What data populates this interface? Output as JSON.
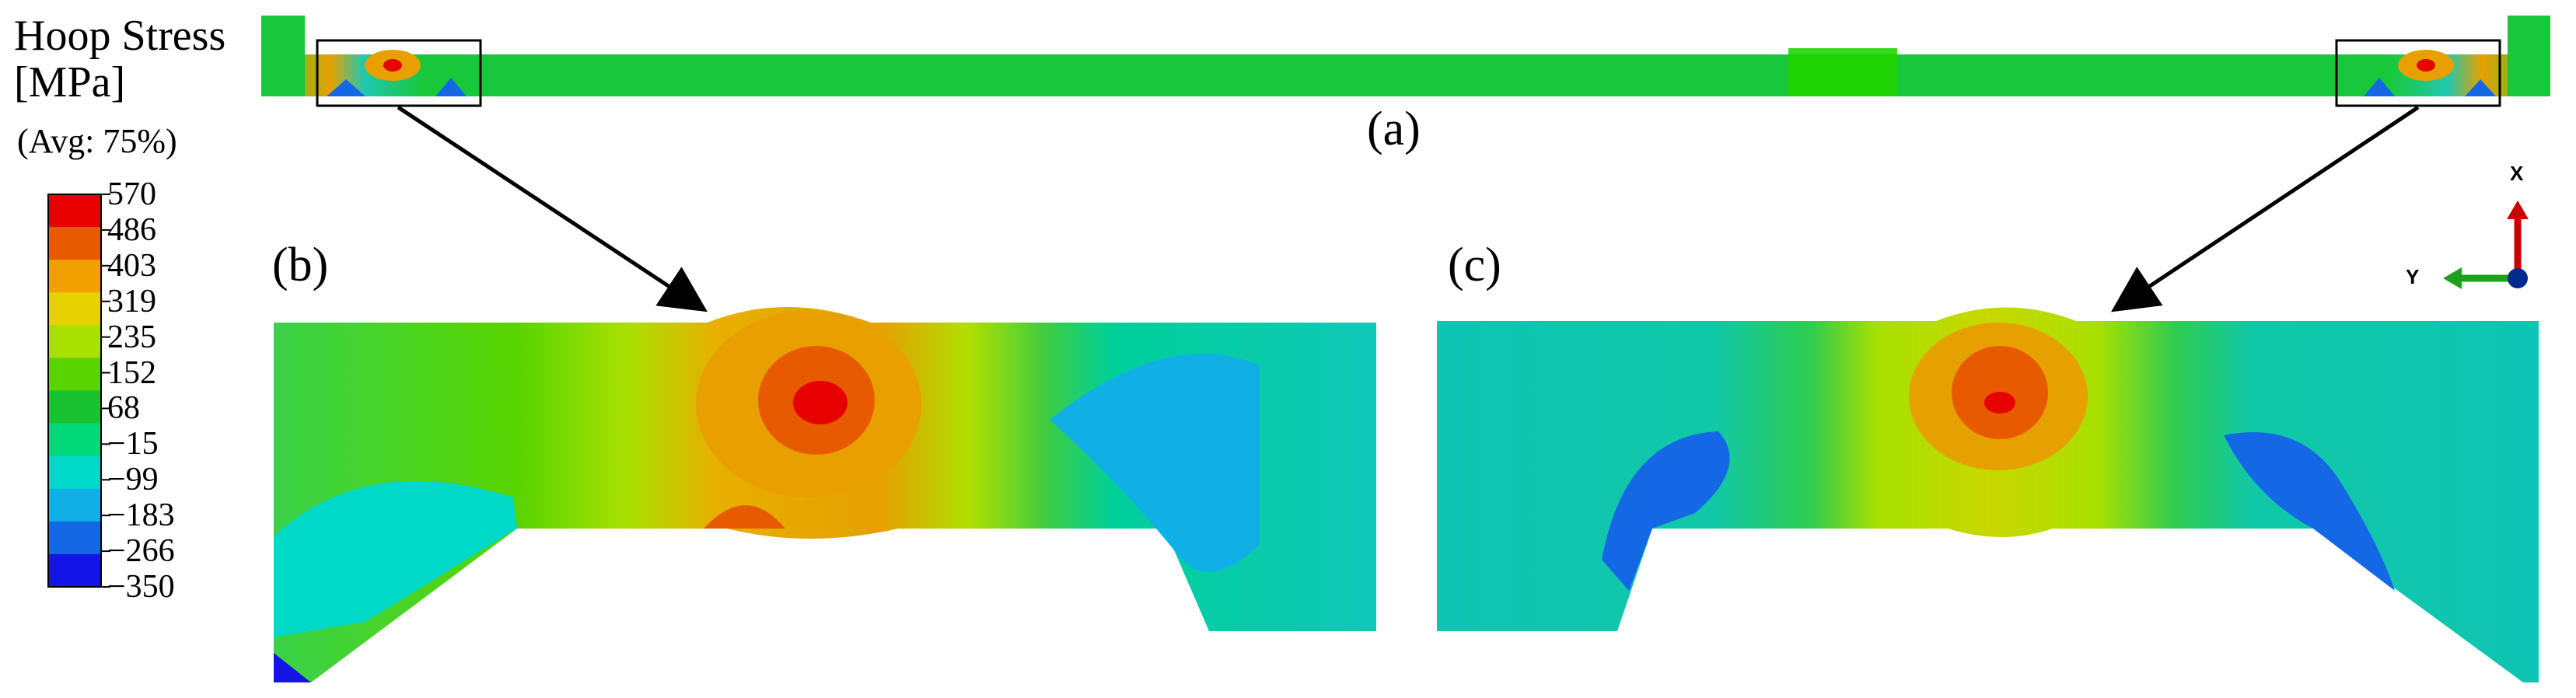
{
  "legend": {
    "title_line1": "Hoop Stress",
    "title_line2": "[MPa]",
    "avg_note": "(Avg: 75%)",
    "ticks": [
      "570",
      "486",
      "403",
      "319",
      "235",
      "152",
      "68",
      "−15",
      "−99",
      "−183",
      "−266",
      "−350"
    ],
    "colors": [
      "#e60000",
      "#e85a00",
      "#f0a000",
      "#e6d200",
      "#a8e000",
      "#5ad400",
      "#18c230",
      "#00d87a",
      "#00d8c8",
      "#10b0e6",
      "#1468e6",
      "#1414e6"
    ]
  },
  "panels": {
    "a_label": "(a)",
    "b_label": "(b)",
    "c_label": "(c)"
  },
  "triad": {
    "x_label": "X",
    "y_label": "Y",
    "x_color": "#cc0000",
    "y_color": "#1aa31a",
    "origin_color": "#002a8c"
  }
}
